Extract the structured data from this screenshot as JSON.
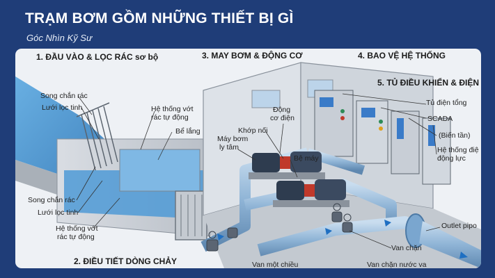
{
  "header": {
    "title": "TRẠM BƠM GỒM NHỮNG THIẾT BỊ GÌ",
    "subtitle": "Góc Nhìn Kỹ Sư"
  },
  "sections": {
    "intake": "1. ĐẦU VÀO & LỌC RÁC sơ bộ",
    "pumps": "3. MAY BƠM & ĐỘNG CƠ",
    "protection": "4. BAO VỆ HỆ THỐNG",
    "control": "5. TỦ ĐIỀU KHIỂN & ĐIỆN",
    "flow": "2. ĐIỀU TIẾT DÒNG CHẢY"
  },
  "labels": {
    "song_chan_rac_top": "Song chắn rác",
    "luoi_loc_tinh_top": "Lưới lọc tinh",
    "he_thong_vot_1": "Hệ thống vớt",
    "he_thong_vot_2": "rác tự động",
    "be_lang": "Bể lắng",
    "dong_co_dien_1": "Động",
    "dong_co_dien_2": "cơ điện",
    "khop_noi": "Khớp nối",
    "may_bom_1": "Máy bơm",
    "may_bom_2": "ly tâm",
    "be_may": "Bệ máy",
    "tu_dien_tong": "Tủ điện tổng",
    "scada": "SCADA",
    "bien_tan": "(Biến tần)",
    "he_thong_dien_1": "Hệ thống điệ",
    "he_thong_dien_2": "động lực",
    "song_chan_rac_bottom": "Song chắn rác",
    "luoi_loc_tinh_bottom": "Lưới lọc tinh",
    "he_thong_vot_b1": "Hệ thống vớt",
    "he_thong_vot_b2": "rác tự động",
    "outlet_pipe": "Outlet pipo",
    "van_chan": "Van chặn",
    "van_mot_chieu": "Van một chiều",
    "van_chan_nuoc": "Van chặn nước va"
  },
  "colors": {
    "background": "#1f3d78",
    "panel": "#eef1f5",
    "water": "#3d8fd0",
    "pipe": "#8fb4d6",
    "motor": "#2e3c4f",
    "accent_red": "#c0392b"
  }
}
